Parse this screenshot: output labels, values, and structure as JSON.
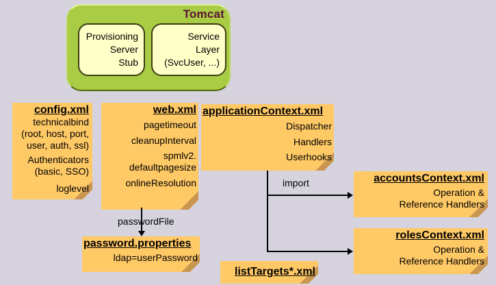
{
  "page": {
    "background_color": "#d6d3df"
  },
  "tomcat": {
    "title": "Tomcat",
    "title_color": "#5c0f35",
    "pattern_light_color": "#cde863",
    "pattern_dark_color": "#84b026",
    "inner_box_fill": "#ffffc8",
    "boxes": [
      {
        "lines": [
          "Provisioning",
          "Server",
          "Stub"
        ]
      },
      {
        "lines": [
          "Service",
          "Layer",
          "(SvcUser, ...)"
        ]
      }
    ]
  },
  "notes": {
    "fill_color": "#ffc966",
    "fold_color": "#c9964f",
    "config": {
      "title": "config.xml",
      "lines": [
        "technicalbind",
        "(root, host, port,",
        "user, auth, ssl)",
        "Authenticators",
        "(basic, SSO)",
        "loglevel"
      ]
    },
    "web": {
      "title": "web.xml",
      "lines": [
        "pagetimeout",
        "cleanupInterval",
        "spmlv2.",
        "defaultpagesize",
        "onlineResolution"
      ]
    },
    "application_context": {
      "title": "applicationContext.xml",
      "lines": [
        "Dispatcher",
        "Handlers",
        "Userhooks"
      ]
    },
    "accounts_context": {
      "title": "accountsContext.xml",
      "lines": [
        "Operation &",
        "Reference Handlers"
      ]
    },
    "roles_context": {
      "title": "rolesContext.xml",
      "lines": [
        "Operation &",
        "Reference Handlers"
      ]
    },
    "password_properties": {
      "title": "password.properties",
      "lines": [
        "ldap=userPassword"
      ]
    },
    "list_targets": {
      "title": "listTargets*.xml"
    }
  },
  "connectors": {
    "line_color": "#000000",
    "password_file_label": "passwordFile",
    "import_label": "import"
  }
}
